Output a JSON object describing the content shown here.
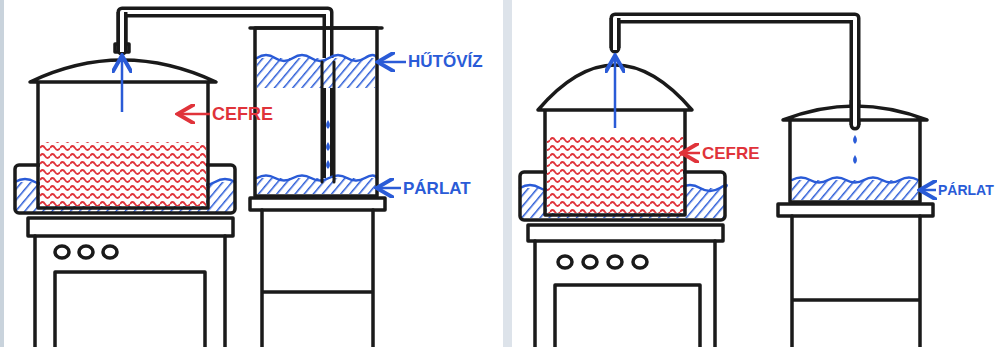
{
  "diagram": {
    "labels": [
      "CEFRE",
      "HŰTŐVÍZ",
      "PÁRLAT",
      "CEFRE",
      "PÁRLAT"
    ]
  }
}
